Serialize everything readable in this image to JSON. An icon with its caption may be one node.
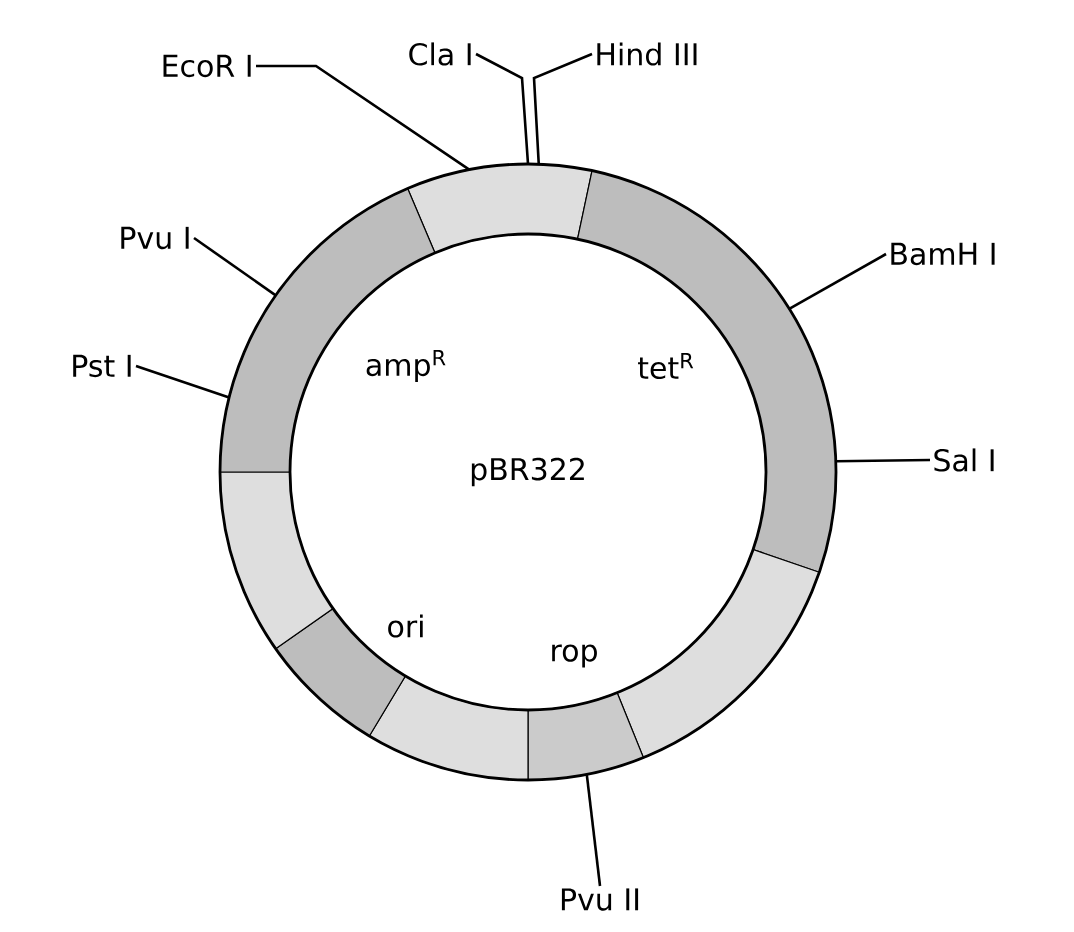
{
  "diagram": {
    "nodes": [
      {
        "text": [
          "EcoR I"
        ]
      },
      {
        "text": [
          "Cla I"
        ]
      },
      {
        "text": [
          "Hind III"
        ]
      },
      {
        "text": [
          "Pvu I"
        ]
      },
      {
        "text": [
          "BamH I"
        ]
      },
      {
        "text": [
          "Pst I"
        ]
      },
      {
        "text": [
          "pBR322"
        ]
      },
      {
        "text": [
          "Sal I"
        ]
      },
      {
        "text": [
          "Pvu II"
        ]
      }
    ],
    "edges": [
      {
        "from": 0,
        "to": 6,
        "arrow": "none"
      },
      {
        "from": 1,
        "to": 6,
        "arrow": "none"
      },
      {
        "from": 2,
        "to": 6,
        "arrow": "none"
      },
      {
        "from": 3,
        "to": 6,
        "arrow": "none"
      },
      {
        "from": 4,
        "to": 6,
        "arrow": "none"
      },
      {
        "from": 5,
        "to": 6,
        "arrow": "none"
      },
      {
        "from": 7,
        "to": 6,
        "arrow": "none"
      },
      {
        "from": 8,
        "to": 6,
        "arrow": "none"
      }
    ],
    "labels": [
      "amp$^{R}$",
      "tet$^{R}$",
      "ori",
      "rop"
    ]
  }
}
